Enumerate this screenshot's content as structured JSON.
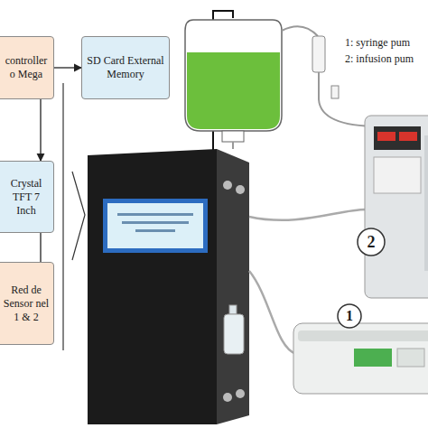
{
  "diagram": {
    "nodes": [
      {
        "text": [
          "controller o Mega"
        ]
      },
      {
        "text": [
          "SD Card External Memory"
        ]
      },
      {
        "text": [
          "Crystal TFT 7 Inch"
        ]
      },
      {
        "text": [
          "Red de Sensor nel 1 & 2"
        ]
      }
    ],
    "edges": [
      {
        "from": 0,
        "to": 1,
        "arrow": "to"
      },
      {
        "from": 0,
        "to": 2,
        "arrow": "to"
      },
      {
        "from": 2,
        "to": 3,
        "arrow": "none"
      }
    ],
    "labels": [
      "1: syringe pum",
      "2: infusion pum",
      "2",
      "1"
    ]
  }
}
